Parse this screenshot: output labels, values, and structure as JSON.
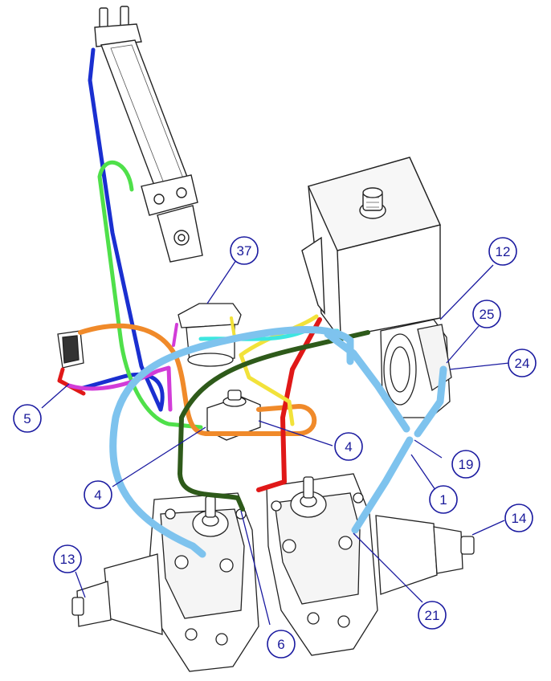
{
  "colors": {
    "callout": "#1a1aa0",
    "hose_blue_dark": "#1a2fd0",
    "hose_light_blue": "#7ec3ee",
    "hose_green": "#4fe04a",
    "hose_dark_green": "#2e5a1a",
    "hose_orange": "#f08a2a",
    "hose_red": "#e01818",
    "hose_yellow": "#f2e23a",
    "hose_magenta": "#d23cd8",
    "hose_cyan": "#3ee6e0",
    "line": "#222222"
  },
  "callouts": [
    {
      "id": "c37",
      "label": "37"
    },
    {
      "id": "c12",
      "label": "12"
    },
    {
      "id": "c25",
      "label": "25"
    },
    {
      "id": "c24",
      "label": "24"
    },
    {
      "id": "c5",
      "label": "5"
    },
    {
      "id": "c4a",
      "label": "4"
    },
    {
      "id": "c4b",
      "label": "4"
    },
    {
      "id": "c19",
      "label": "19"
    },
    {
      "id": "c1",
      "label": "1"
    },
    {
      "id": "c14",
      "label": "14"
    },
    {
      "id": "c13",
      "label": "13"
    },
    {
      "id": "c21",
      "label": "21"
    },
    {
      "id": "c6",
      "label": "6"
    }
  ]
}
